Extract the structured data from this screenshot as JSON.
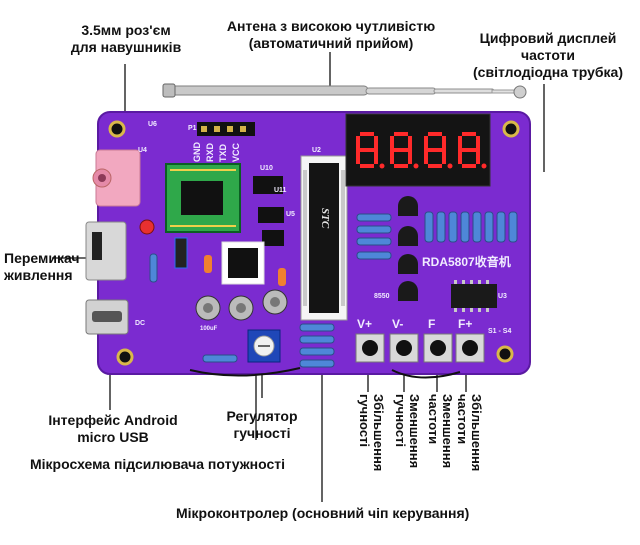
{
  "colors": {
    "board": "#7b2bd0",
    "board_edge": "#5a1aa2",
    "display_segment": "#ff2a2a",
    "connector": "#f2a8c0",
    "knob": "#1f47b8"
  },
  "labels": {
    "headphone_line1": "3.5мм роз'єм",
    "headphone_line2": "для навушників",
    "antenna_line1": "Антена з високою чутливістю",
    "antenna_line2": "(автоматичний прийом)",
    "display_line1": "Цифровий дисплей",
    "display_line2": "частоти",
    "display_line3": "(світлодіодна трубка)",
    "switch_line1": "Перемикач",
    "switch_line2": "живлення",
    "usb_line1": "Інтерфейс Android",
    "usb_line2": "micro USB",
    "volume_knob_line1": "Регулятор",
    "volume_knob_line2": "гучності",
    "amplifier": "Мікросхема підсилювача потужності",
    "mcu": "Мікроконтролер (основний чіп керування)",
    "vol_up_line1": "Збільшення",
    "vol_up_line2": "гучності",
    "vol_down_line1": "Зменшення",
    "vol_down_line2": "гучності",
    "freq_down_line1": "Зменшення",
    "freq_down_line2": "частоти",
    "freq_up_line1": "Збільшення",
    "freq_up_line2": "частоти"
  },
  "board_text": {
    "pins": [
      "GND",
      "RXD",
      "TXD",
      "VCC"
    ],
    "radio_model": "RDA5807收音机",
    "mcu_brand": "STC",
    "buttons": [
      "V+",
      "V-",
      "F",
      "F+"
    ],
    "switch_range": "S1 - S4",
    "display_digits": "8.8.8.8",
    "silk_u4": "U4",
    "silk_u6": "U6",
    "silk_u2": "U2",
    "silk_u3": "U3",
    "silk_u5": "U5",
    "silk_u10": "U10",
    "silk_u11": "U11",
    "silk_p1": "P1",
    "silk_dc": "DC",
    "silk_8550": "8550",
    "silk_cap": "100uF"
  }
}
